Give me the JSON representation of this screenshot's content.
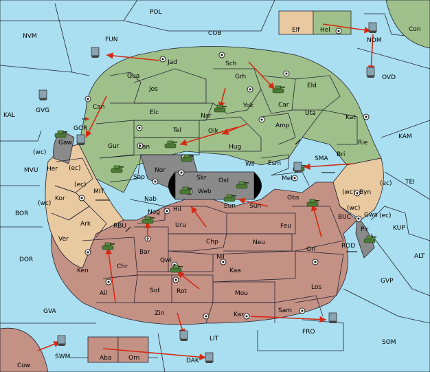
{
  "colors": {
    "sea": "#a9dff0",
    "green_power": "#9fc08a",
    "tan_power": "#e8c9a0",
    "red_power": "#c49185",
    "neutral": "#8a8a8a",
    "arrow": "#d42a14"
  },
  "labels": {
    "POL": "POL",
    "COB": "COB",
    "NVM": "NVM",
    "FUN": "FUN",
    "Con": "Con",
    "NOM": "NOM",
    "OVD": "OVD",
    "Elf": "Elf",
    "Hel": "Hel",
    "KAL": "KAL",
    "GVG": "GVG",
    "GOR": "GOR",
    "Gaw": "Gaw",
    "wc1": "(wc)",
    "ec1": "(ec)",
    "Her": "Her",
    "MVU": "MVU",
    "ec2": "(ec)",
    "MIT": "MIT",
    "wc2": "(wc)",
    "Kor": "Kor",
    "BOR": "BOR",
    "Ark": "Ark",
    "Ver": "Ver",
    "DOR": "DOR",
    "RBU": "RBU",
    "Jad": "Jad",
    "Sch": "Sch",
    "Qua": "Qua",
    "Jos": "Jos",
    "Grh": "Grh",
    "Car": "Car",
    "Eld": "Eld",
    "Can": "Can",
    "Nar": "Nar",
    "Yok": "Yok",
    "Uta": "Uta",
    "Elc": "Elc",
    "Tel": "Tel",
    "Olk": "Olk",
    "Amp": "Amp",
    "Kat": "Kat",
    "KAM": "KAM",
    "Gur": "Gur",
    "Lan": "Lan",
    "Hug": "Hug",
    "Rie": "Rie",
    "Bri": "Bri",
    "Wil": "Wil",
    "Esm": "Esm",
    "SMA": "SMA",
    "Nor": "Nor",
    "Skr": "Skr",
    "Sap": "Sap",
    "Ost": "Ost",
    "Web": "Web",
    "Mel": "Mel",
    "TEI": "TEI",
    "Byn": "Byn",
    "wc3": "(wc)",
    "ec3": "(ec)",
    "Nab": "Nab",
    "Eun": "Eun",
    "Sun": "Sun",
    "Obs": "Obs",
    "wc4": "(wc)",
    "Gwa": "Gwa",
    "ec4": "(ec)",
    "BUC": "BUC",
    "KUP": "KUP",
    "Nog": "Nog",
    "Hil": "Hil",
    "Uru": "Uru",
    "Feu": "Feu",
    "Pir": "Pir",
    "Chp": "Chp",
    "Neu": "Neu",
    "Bar": "Bar",
    "Nil": "Nil",
    "Orl": "Orl",
    "ROD": "ROD",
    "ALT": "ALT",
    "Qwi": "Qwi",
    "Ken": "Ken",
    "Chr": "Chr",
    "Kaa": "Kaa",
    "GVP": "GVP",
    "Los": "Los",
    "Ail": "Ail",
    "Sot": "Sot",
    "Rot": "Rot",
    "Mou": "Mou",
    "GVA": "GVA",
    "Zin": "Zin",
    "Kar": "Kar",
    "Sam": "Sam",
    "FRO": "FRO",
    "LIT": "LIT",
    "SOM": "SOM",
    "SWM": "SWM",
    "Cow": "Cow",
    "Aba": "Aba",
    "Orn": "Orn",
    "DAK": "DAK"
  }
}
